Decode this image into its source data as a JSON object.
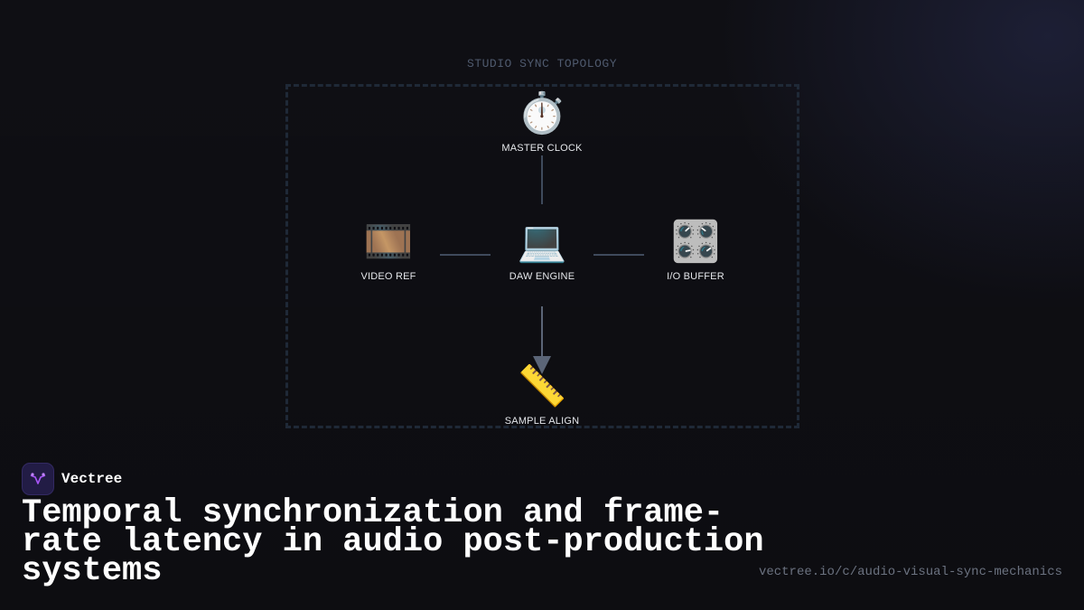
{
  "diagram": {
    "title": "STUDIO SYNC TOPOLOGY",
    "nodes": [
      {
        "id": "master_clock",
        "label": "MASTER CLOCK",
        "icon": "stopwatch-icon",
        "glyph": "⏱️"
      },
      {
        "id": "video_ref",
        "label": "VIDEO REF",
        "icon": "film-frames-icon",
        "glyph": "🎞️"
      },
      {
        "id": "daw_engine",
        "label": "DAW ENGINE",
        "icon": "laptop-icon",
        "glyph": "💻"
      },
      {
        "id": "io_buffer",
        "label": "I/O BUFFER",
        "icon": "control-knobs-icon",
        "glyph": "🎛️"
      },
      {
        "id": "sample_align",
        "label": "SAMPLE ALIGN",
        "icon": "ruler-icon",
        "glyph": "📏"
      }
    ],
    "edges": [
      {
        "from": "master_clock",
        "to": "daw_engine",
        "arrow": false
      },
      {
        "from": "video_ref",
        "to": "daw_engine",
        "arrow": false
      },
      {
        "from": "daw_engine",
        "to": "io_buffer",
        "arrow": false
      },
      {
        "from": "daw_engine",
        "to": "sample_align",
        "arrow": true
      }
    ]
  },
  "brand": {
    "name": "Vectree"
  },
  "headline": "Temporal synchronization and frame-rate latency in audio post-production systems",
  "url": "vectree.io/c/audio-visual-sync-mechanics",
  "colors": {
    "background": "#0f0f14",
    "edge": "#3f4a5c",
    "frame": "#1f2937",
    "accent": "#a855f7"
  }
}
